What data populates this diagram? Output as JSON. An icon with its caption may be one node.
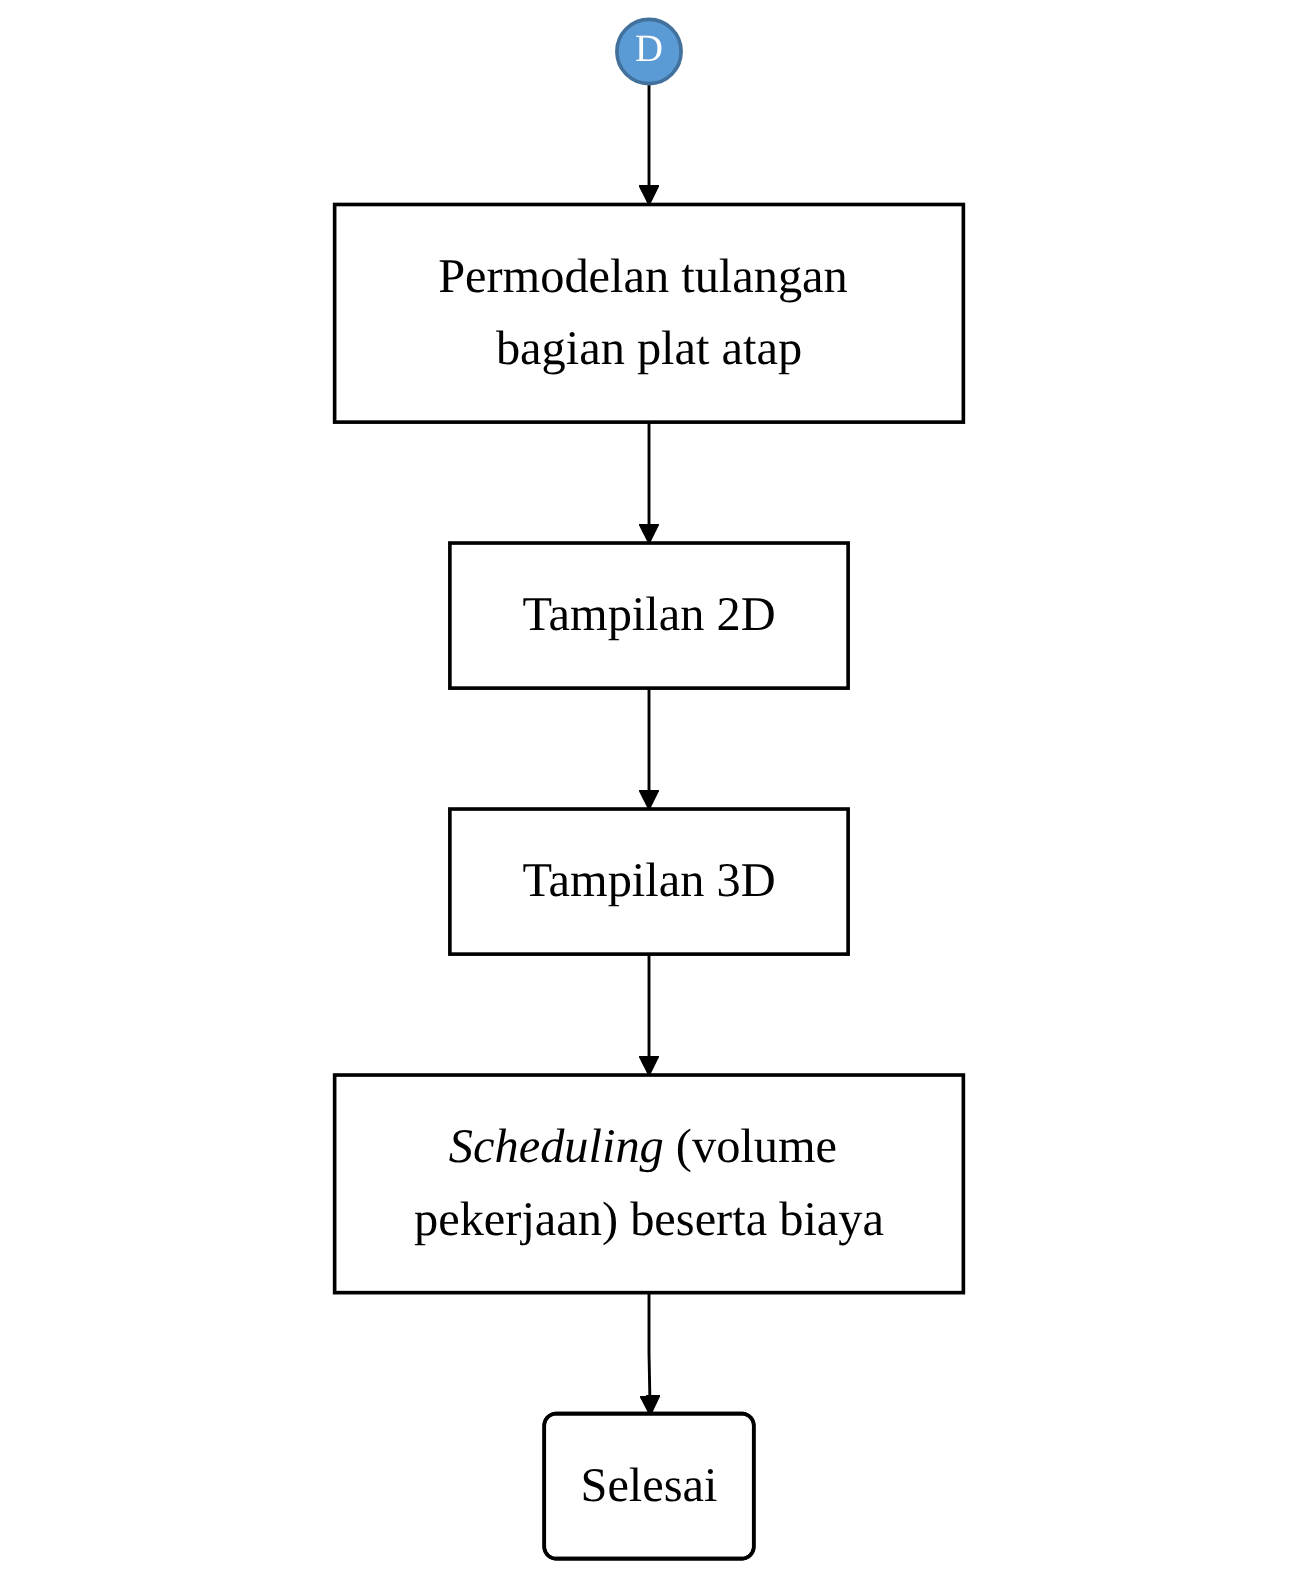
{
  "diagram": {
    "nodes": [
      {
        "text": [
          "D"
        ]
      },
      {
        "text": [
          "Permodelan tulangan bagian plat atap"
        ]
      },
      {
        "text": [
          "Tampilan 2D"
        ]
      },
      {
        "text": [
          "Tampilan 3D"
        ]
      },
      {
        "text": [
          "*Scheduling* (volume pekerjaan) beserta biaya"
        ]
      },
      {
        "text": [
          "Selesai"
        ]
      }
    ],
    "edges": [
      {
        "from": 0,
        "to": 1,
        "arrow": "to"
      },
      {
        "from": 1,
        "to": 2,
        "arrow": "to"
      },
      {
        "from": 2,
        "to": 3,
        "arrow": "to"
      },
      {
        "from": 3,
        "to": 4,
        "arrow": "to"
      },
      {
        "from": 4,
        "to": 5,
        "arrow": "to"
      }
    ]
  }
}
